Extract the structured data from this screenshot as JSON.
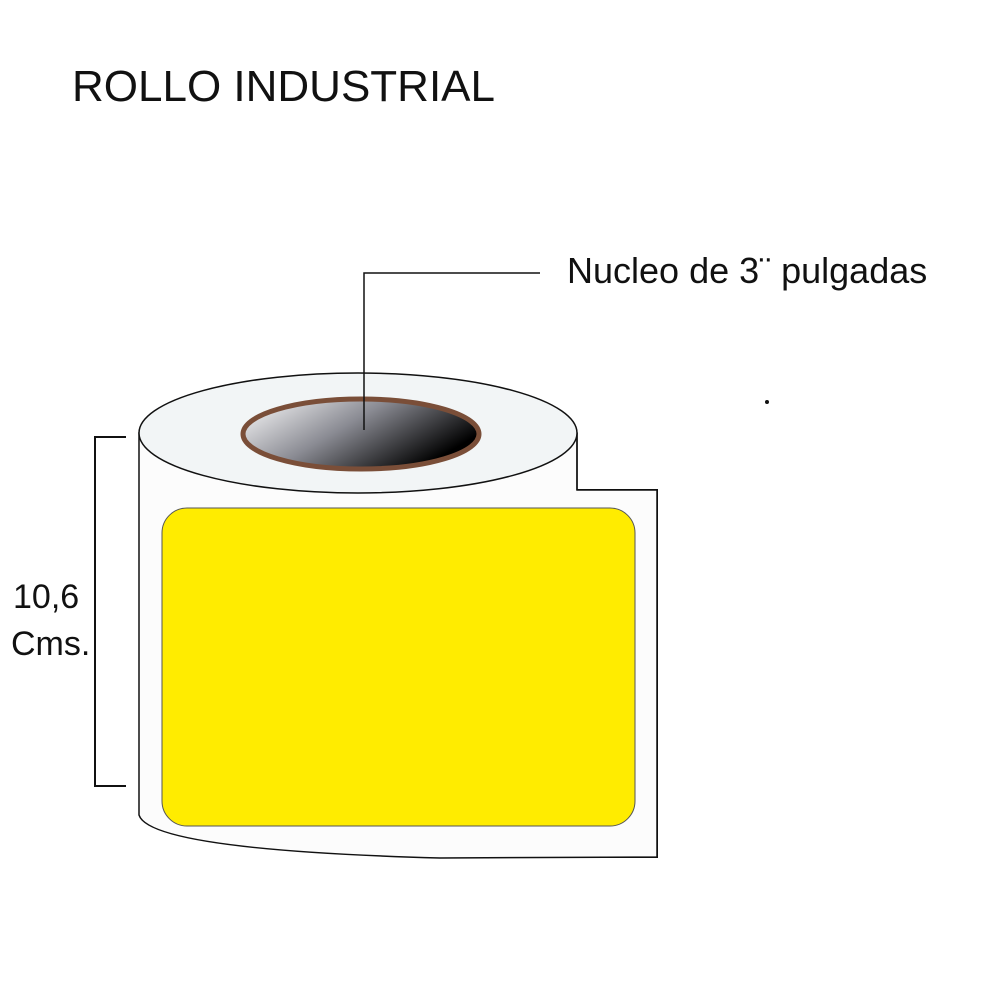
{
  "title": "ROLLO INDUSTRIAL",
  "core_label": "Nucleo de 3¨ pulgadas",
  "height_value": "10,6",
  "height_unit": "Cms.",
  "colors": {
    "label": "#FFEC00",
    "core_ring": "#7A4E38",
    "roll_top": "#F2F5F6"
  }
}
